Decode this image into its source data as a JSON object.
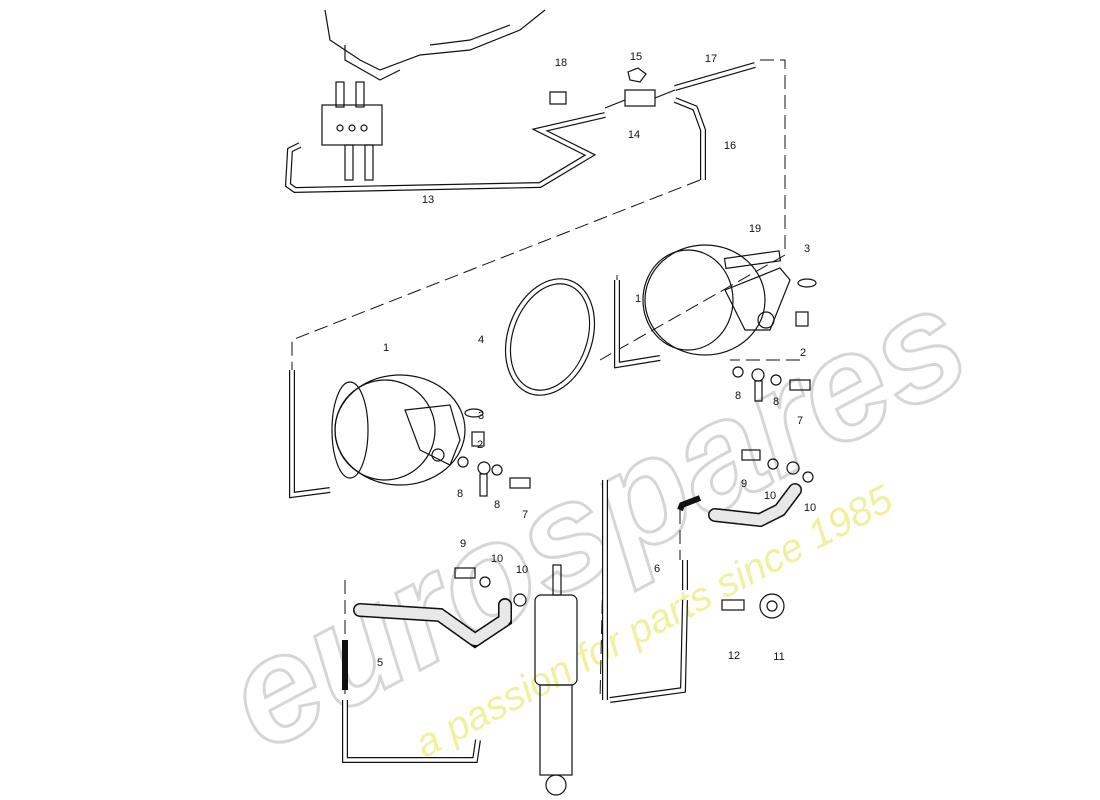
{
  "watermark": {
    "brand": "eurospares",
    "tagline": "a passion for parts since 1985"
  },
  "callouts": [
    "1",
    "1",
    "2",
    "2",
    "3",
    "3",
    "4",
    "5",
    "6",
    "7",
    "7",
    "8",
    "8",
    "8",
    "8",
    "9",
    "9",
    "10",
    "10",
    "10",
    "10",
    "11",
    "12",
    "13",
    "14",
    "15",
    "16",
    "17",
    "18",
    "19"
  ]
}
